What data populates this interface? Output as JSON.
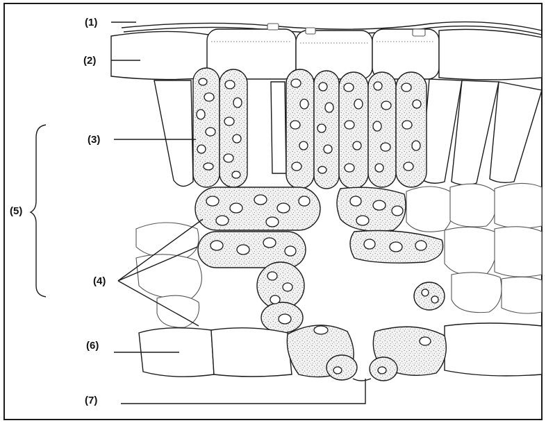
{
  "labels": {
    "l1": "(1)",
    "l2": "(2)",
    "l3": "(3)",
    "l4": "(4)",
    "l5": "(5)",
    "l6": "(6)",
    "l7": "(7)"
  },
  "colors": {
    "ink": "#1a1a1a",
    "background": "#ffffff",
    "stipple": "#8a8a8a"
  }
}
